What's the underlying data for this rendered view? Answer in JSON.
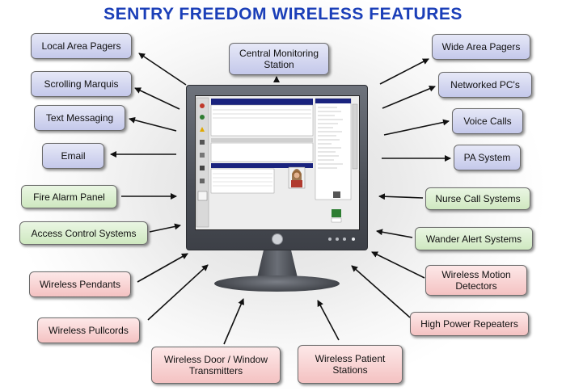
{
  "title": "SENTRY FREEDOM WIRELESS FEATURES",
  "left_items": [
    {
      "label": "Local Area Pagers",
      "style": "blue"
    },
    {
      "label": "Scrolling Marquis",
      "style": "blue"
    },
    {
      "label": "Text Messaging",
      "style": "blue"
    },
    {
      "label": "Email",
      "style": "blue"
    },
    {
      "label": "Fire Alarm Panel",
      "style": "green"
    },
    {
      "label": "Access Control Systems",
      "style": "green"
    },
    {
      "label": "Wireless Pendants",
      "style": "pink"
    },
    {
      "label": "Wireless Pullcords",
      "style": "pink"
    }
  ],
  "top_item": {
    "label": "Central Monitoring Station",
    "style": "blue"
  },
  "right_items": [
    {
      "label": "Wide Area Pagers",
      "style": "blue"
    },
    {
      "label": "Networked PC's",
      "style": "blue"
    },
    {
      "label": "Voice Calls",
      "style": "blue"
    },
    {
      "label": "PA System",
      "style": "blue"
    },
    {
      "label": "Nurse Call Systems",
      "style": "green"
    },
    {
      "label": "Wander Alert Systems",
      "style": "green"
    },
    {
      "label": "Wireless Motion Detectors",
      "style": "pink"
    },
    {
      "label": "High Power Repeaters",
      "style": "pink"
    }
  ],
  "bottom_items": [
    {
      "label": "Wireless Door / Window Transmitters",
      "style": "pink"
    },
    {
      "label": "Wireless Patient Stations",
      "style": "pink"
    }
  ],
  "colors": {
    "title": "#1b3fb8",
    "blue_box": "#c4c8ea",
    "green_box": "#cfe8c0",
    "pink_box": "#f4c2c2",
    "monitor": "#4b4f57"
  }
}
